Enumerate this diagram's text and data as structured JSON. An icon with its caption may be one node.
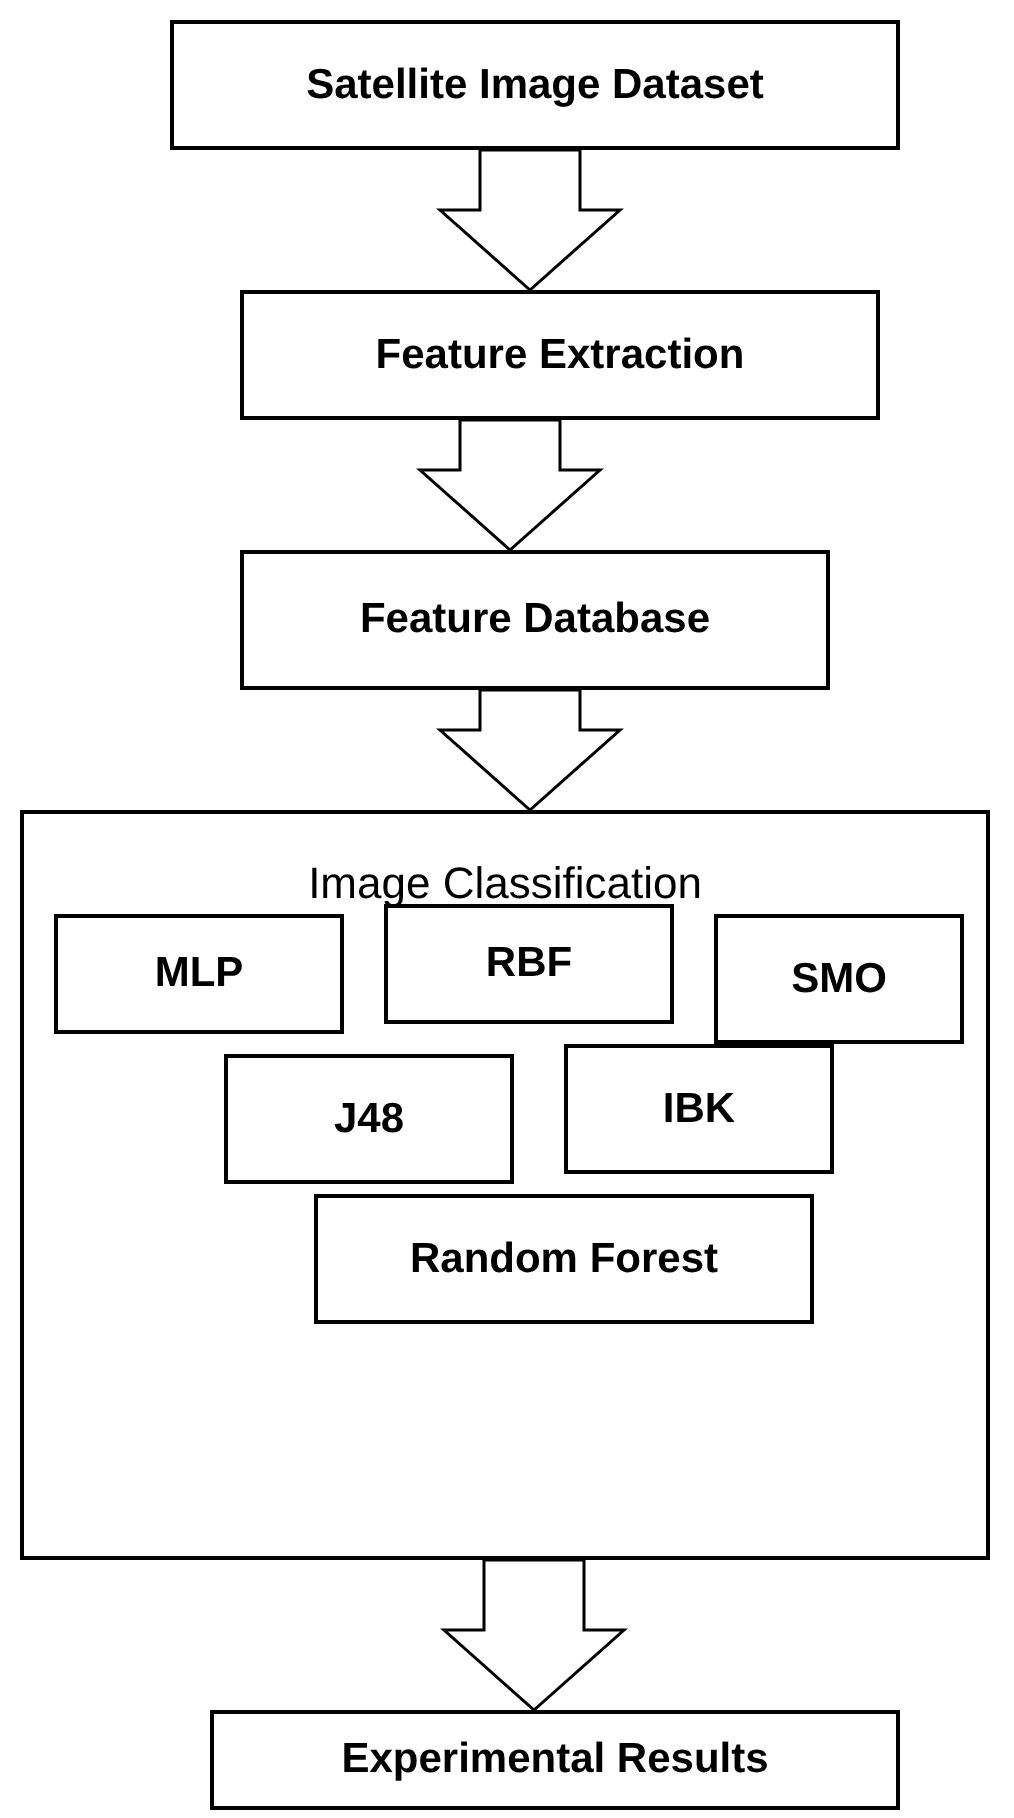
{
  "diagram": {
    "nodes": [
      {
        "text": [
          "Satellite Image Dataset"
        ]
      },
      {
        "text": [
          "Feature Extraction"
        ]
      },
      {
        "text": [
          "Feature Database"
        ]
      },
      {
        "text": [
          "Image Classification"
        ]
      },
      {
        "text": [
          "MLP"
        ],
        "in": 3
      },
      {
        "text": [
          "RBF"
        ],
        "in": 3
      },
      {
        "text": [
          "SMO"
        ],
        "in": 3
      },
      {
        "text": [
          "J48"
        ],
        "in": 3
      },
      {
        "text": [
          "IBK"
        ],
        "in": 3
      },
      {
        "text": [
          "Random Forest"
        ],
        "in": 3
      },
      {
        "text": [
          "Experimental Results"
        ]
      }
    ],
    "edges": [
      {
        "from": 0,
        "to": 1,
        "arrow": "to"
      },
      {
        "from": 1,
        "to": 2,
        "arrow": "to"
      },
      {
        "from": 2,
        "to": 3,
        "arrow": "to"
      },
      {
        "from": 3,
        "to": 10,
        "arrow": "to"
      }
    ]
  }
}
